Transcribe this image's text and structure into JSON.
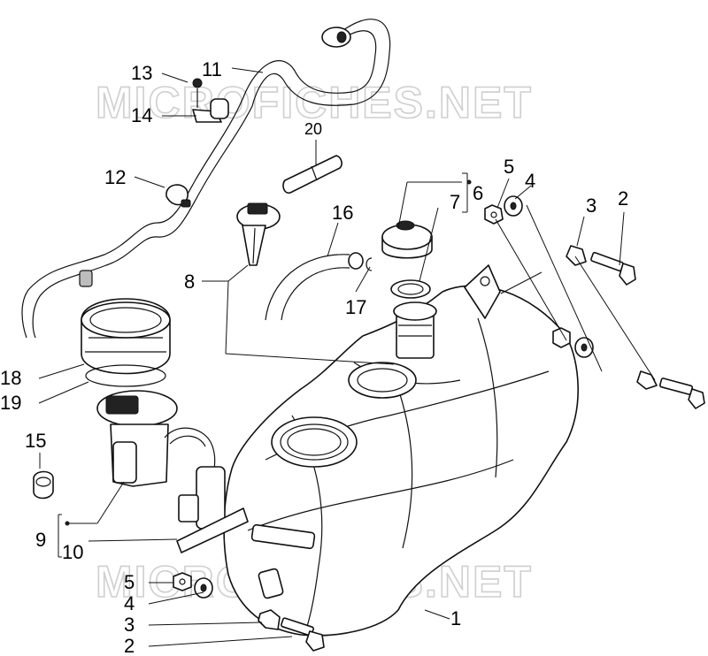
{
  "watermark": "MICROFICHES.NET",
  "callouts": {
    "c1": "1",
    "c2a": "2",
    "c2b": "2",
    "c3a": "3",
    "c3b": "3",
    "c4a": "4",
    "c4b": "4",
    "c5a": "5",
    "c5b": "5",
    "c6": "6",
    "c7": "7",
    "c8": "8",
    "c9": "9",
    "c10": "10",
    "c11": "11",
    "c12": "12",
    "c13": "13",
    "c14": "14",
    "c15": "15",
    "c16": "16",
    "c17": "17",
    "c18": "18",
    "c19": "19",
    "c20": "20"
  }
}
